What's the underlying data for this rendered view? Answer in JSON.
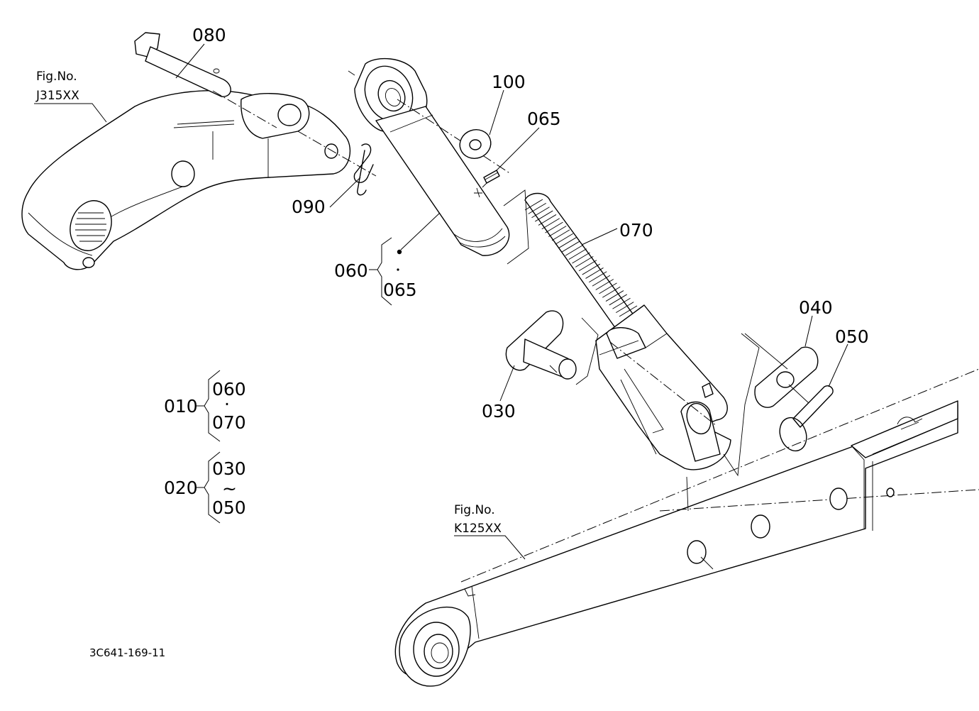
{
  "callouts": {
    "c080": "080",
    "c100": "100",
    "c065a": "065",
    "c090": "090",
    "c070": "070",
    "c060": "060",
    "c065b": "065",
    "c040": "040",
    "c050": "050",
    "c030": "030"
  },
  "fig_refs": {
    "upper": {
      "label": "Fig.No.",
      "number": "J315XX"
    },
    "lower": {
      "label": "Fig.No.",
      "number": "K125XX"
    }
  },
  "assemblies": [
    {
      "id": "010",
      "parts": [
        "060",
        "070"
      ],
      "separator": "·"
    },
    {
      "id": "020",
      "parts": [
        "030",
        "050"
      ],
      "separator": "~"
    }
  ],
  "drawing_code": "3C641-169-11"
}
